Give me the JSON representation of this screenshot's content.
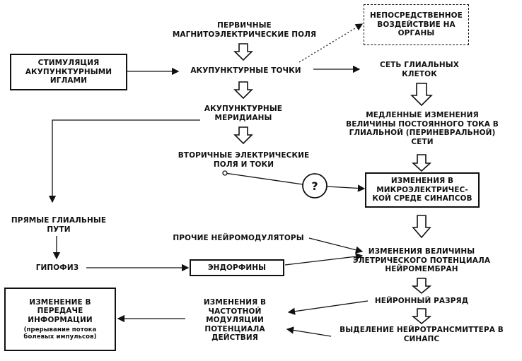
{
  "nodes": {
    "primary_fields": "ПЕРВИЧНЫЕ\nМАГНИТОЭЛЕКТРИЧЕСКИЕ ПОЛЯ",
    "direct_effect": "НЕПОСРЕДСТВЕННОЕ\nВОЗДЕЙСТВИЕ НА\nОРГАНЫ",
    "stimulation": "СТИМУЛЯЦИЯ\nАКУПУНКТУРНЫМИ\nИГЛАМИ",
    "acupoints": "АКУПУНКТУРНЫЕ ТОЧКИ",
    "glial_network": "СЕТЬ ГЛИАЛЬНЫХ\nКЛЕТОК",
    "meridians": "АКУПУНКТУРНЫЕ\nМЕРИДИАНЫ",
    "slow_changes": "МЕДЛЕННЫЕ ИЗМЕНЕНИЯ\nВЕЛИЧИНЫ ПОСТОЯННОГО ТОКА В\nГЛИАЛЬНОЙ (ПЕРИНЕВРАЛЬНОЙ)\nСЕТИ",
    "secondary_fields": "ВТОРИЧНЫЕ ЭЛЕКТРИЧЕСКИЕ\nПОЛЯ И ТОКИ",
    "question": "?",
    "microenv": "ИЗМЕНЕНИЯ В\nМИКРОЭЛЕКТРИЧЕС-\nКОЙ СРЕДЕ СИНАПСОВ",
    "direct_glial": "ПРЯМЫЕ ГЛИАЛЬНЫЕ\nПУТИ",
    "other_neuromod": "ПРОЧИЕ НЕЙРОМОДУЛЯТОРЫ",
    "membrane_change": "ИЗМЕНЕНИЯ ВЕЛИЧИНЫ\nЭЛЕТРИЧЕСКОГО ПОТЕНЦИАЛА\nНЕЙРОМЕМБРАН",
    "hypophysis": "ГИПОФИЗ",
    "endorphins": "ЭНДОРФИНЫ",
    "neuron_discharge": "НЕЙРОННЫЙ РАЗРЯД",
    "info_change": "ИЗМЕНЕНИЕ В\nПЕРЕДАЧЕ\nИНФОРМАЦИИ",
    "info_note": "(прерывание потока\nболевых импульсов)",
    "freq_modulation": "ИЗМЕНЕНИЯ В\nЧАСТОТНОЙ\nМОДУЛЯЦИИ\nПОТЕНЦИАЛА\nДЕЙСТВИЯ",
    "neurotransmitter": "ВЫДЕЛЕНИЕ НЕЙРОТРАНСМИТТЕРА В\nСИНАПС"
  }
}
